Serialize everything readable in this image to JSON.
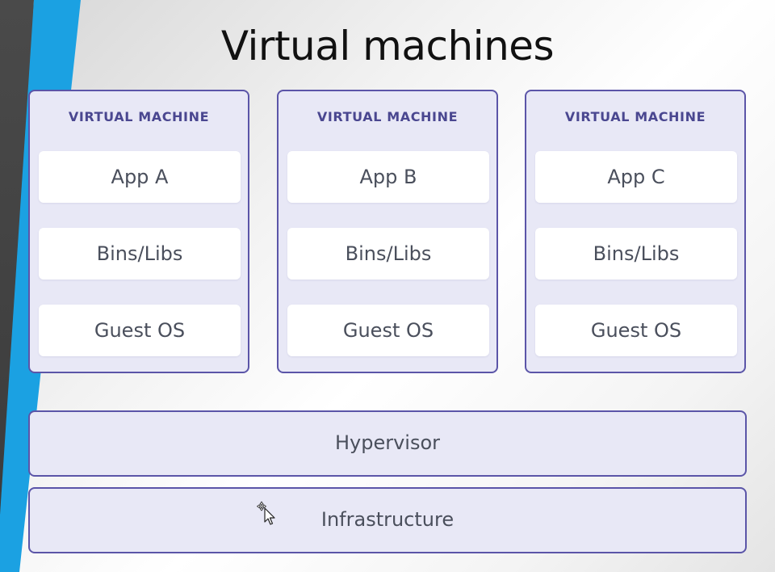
{
  "slide": {
    "title": "Virtual machines",
    "virtual_machines": [
      {
        "label": "VIRTUAL MACHINE",
        "layers": [
          "App A",
          "Bins/Libs",
          "Guest OS"
        ]
      },
      {
        "label": "VIRTUAL MACHINE",
        "layers": [
          "App B",
          "Bins/Libs",
          "Guest OS"
        ]
      },
      {
        "label": "VIRTUAL MACHINE",
        "layers": [
          "App C",
          "Bins/Libs",
          "Guest OS"
        ]
      }
    ],
    "hypervisor": "Hypervisor",
    "infrastructure": "Infrastructure"
  },
  "colors": {
    "accent_purple": "#5b55a8",
    "box_fill": "#e8e8f6",
    "deco_blue": "#1ba1e2",
    "deco_dark": "#3a3a3a"
  },
  "icons": {
    "cursor": "move-cursor-icon"
  }
}
